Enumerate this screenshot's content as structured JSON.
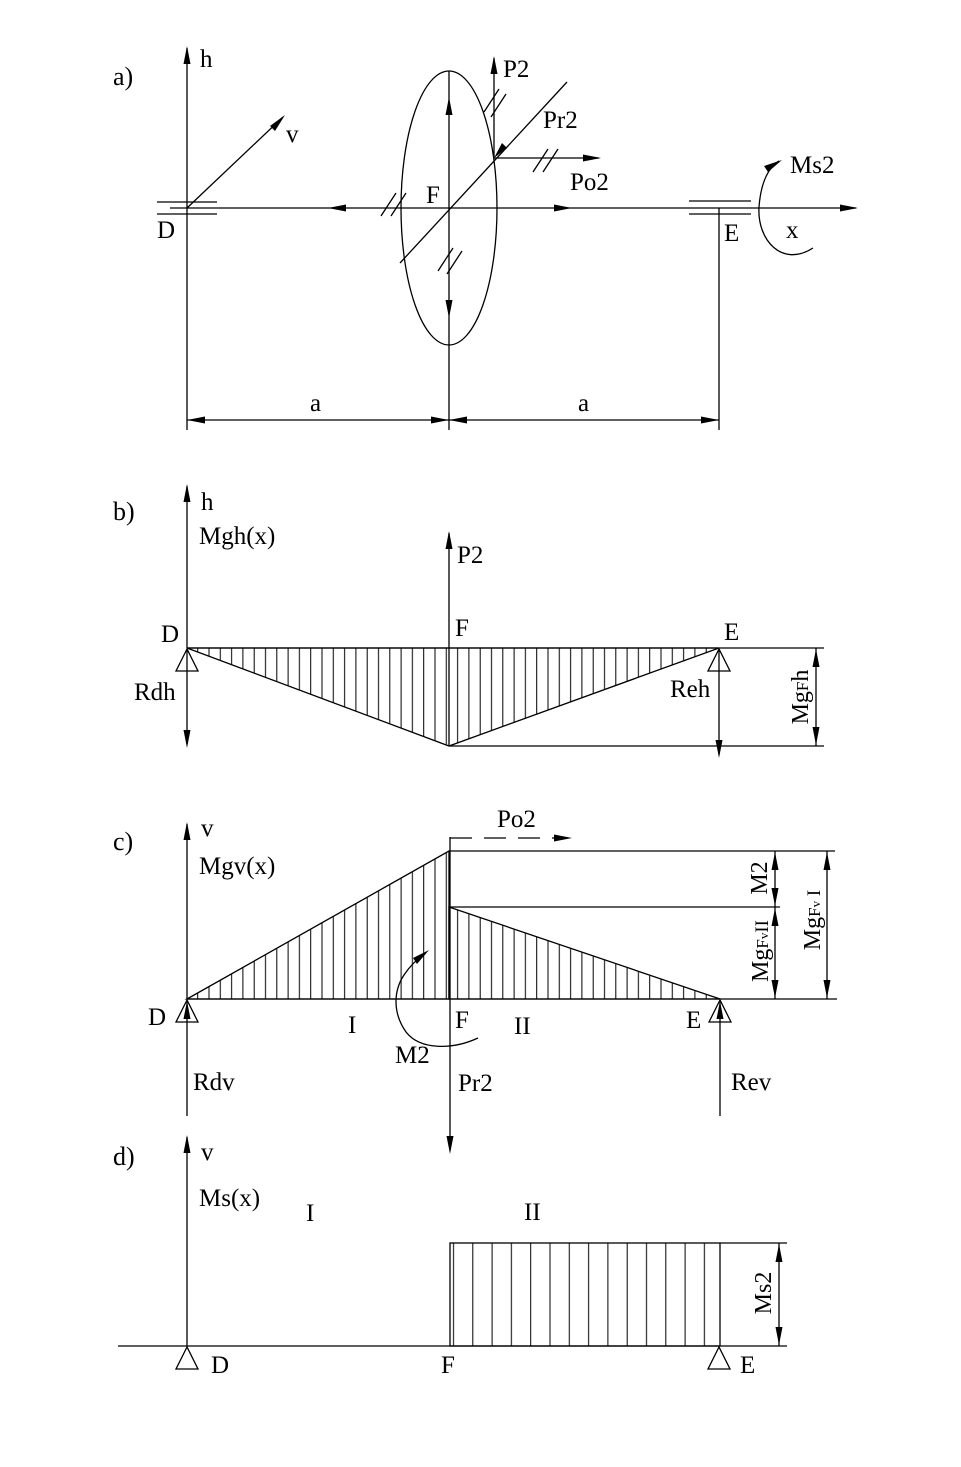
{
  "title": "Shaft loading scheme and bending / torque moment diagrams",
  "colors": {
    "ink": "#000000",
    "background": "#ffffff"
  },
  "panel_a": {
    "tag": "a)",
    "axis_up": "h",
    "axis_diag": "v",
    "axis_x": "x",
    "bearing_left": "D",
    "bearing_right": "E",
    "gear_center": "F",
    "force_tangential": "P2",
    "force_radial": "Pr2",
    "force_axial": "Po2",
    "torque": "Ms2",
    "dim_left": "a",
    "dim_right": "a"
  },
  "panel_b": {
    "tag": "b)",
    "axis_up": "h",
    "function": "Mgh(x)",
    "point_left": "D",
    "point_mid": "F",
    "point_right": "E",
    "force": "P2",
    "reaction_left": "Rdh",
    "reaction_right": "Reh",
    "dim_parts": [
      "Mg",
      "F",
      "h"
    ]
  },
  "panel_c": {
    "tag": "c)",
    "axis_up": "v",
    "function": "Mgv(x)",
    "point_left": "D",
    "point_mid": "F",
    "point_right": "E",
    "region_1": "I",
    "region_2": "II",
    "force_axial": "Po2",
    "moment_label": "M2",
    "force_down": "Pr2",
    "reaction_left": "Rdv",
    "reaction_right": "Rev",
    "dim_m2": "M2",
    "dim_inner_parts": [
      "Mg",
      "F",
      "v",
      "II"
    ],
    "dim_outer_parts": [
      "Mg",
      "F",
      "v",
      " I"
    ]
  },
  "panel_d": {
    "tag": "d)",
    "axis_up": "v",
    "function": "Ms(x)",
    "region_1": "I",
    "region_2": "II",
    "point_left": "D",
    "point_mid": "F",
    "point_right": "E",
    "dim": "Ms2"
  }
}
